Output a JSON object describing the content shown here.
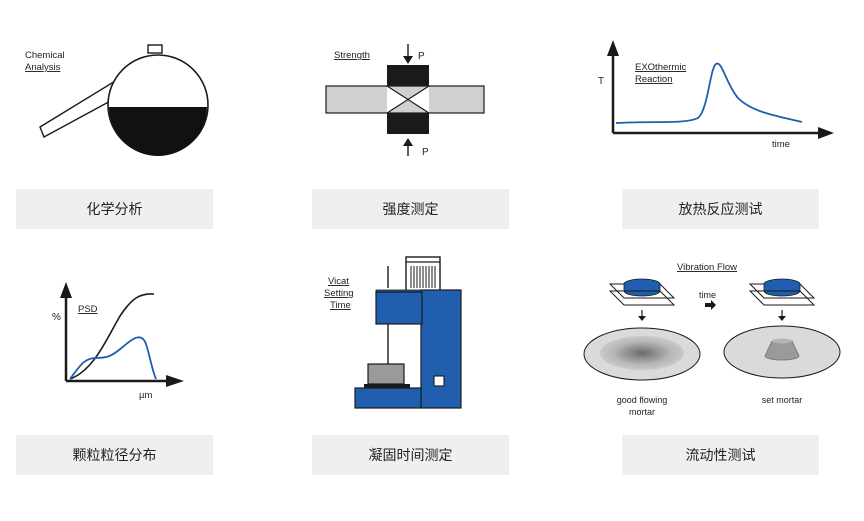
{
  "panels": [
    {
      "caption": "化学分析",
      "annotation_lines": [
        "Chemical",
        "Analysis"
      ]
    },
    {
      "caption": "强度测定",
      "annotation": "Strength",
      "force_label_top": "P",
      "force_label_bottom": "P"
    },
    {
      "caption": "放热反应测试",
      "annotation_lines": [
        "EXOthermic",
        "Reaction"
      ],
      "y_axis_label": "T",
      "x_axis_label": "time"
    },
    {
      "caption": "颗粒粒径分布",
      "annotation": "PSD",
      "y_axis_label": "%",
      "x_axis_label": "µm"
    },
    {
      "caption": "凝固时间测定",
      "annotation_lines": [
        "Vicat",
        "Setting",
        "Time"
      ]
    },
    {
      "caption": "流动性测试",
      "annotation": "Vibration Flow",
      "arrow_label": "time",
      "left_label_lines": [
        "good flowing",
        "mortar"
      ],
      "right_label": "set mortar"
    }
  ],
  "colors": {
    "accent_blue": "#1f5fae",
    "dark": "#1a1a1a",
    "caption_bg": "#efefef"
  }
}
